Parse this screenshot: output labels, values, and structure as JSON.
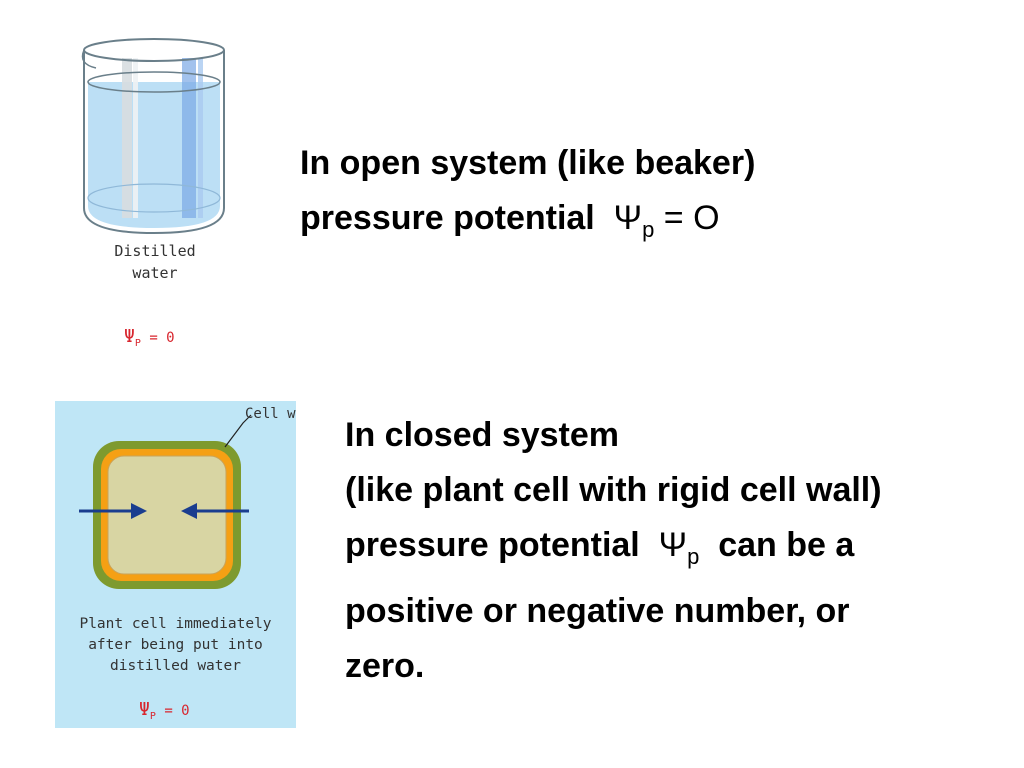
{
  "beaker_figure": {
    "caption": "Distilled\nwater",
    "psi_symbol": "Ψ",
    "psi_subscript": "P",
    "psi_value": "= 0",
    "colors": {
      "water": "#bcdff5",
      "glass": "#6a7f8a",
      "label": "#d8262e"
    }
  },
  "cell_figure": {
    "callout": "Cell w",
    "caption": "Plant cell immediately\nafter being put into\ndistilled water",
    "psi_symbol": "Ψ",
    "psi_subscript": "P",
    "psi_value": "= 0",
    "colors": {
      "background": "#bfe6f6",
      "cell_wall": "#7e9a2e",
      "membrane": "#f5a014",
      "cytoplasm": "#d8d5a3",
      "arrows": "#1a3d8f"
    }
  },
  "open_system": {
    "line1": "In open system (like beaker)",
    "line2_prefix": "pressure potential",
    "psi": "Ψ",
    "psi_sub": "p",
    "equals": "= O"
  },
  "closed_system": {
    "line1": "In closed system",
    "line2": "(like plant cell with rigid cell wall)",
    "line3_prefix": "pressure potential",
    "psi": "Ψ",
    "psi_sub": "p",
    "line3_suffix": "can be a",
    "line4": "positive or negative number, or",
    "line5": "zero."
  }
}
